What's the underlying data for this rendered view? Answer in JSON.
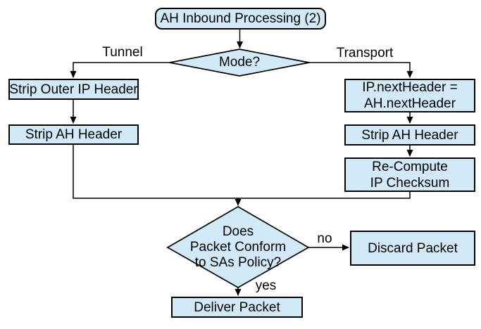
{
  "diagram": {
    "colors": {
      "node_fill": "#d2e9f7",
      "node_border": "#000000",
      "line": "#000000"
    },
    "nodes": {
      "start": {
        "type": "terminator",
        "label": "AH Inbound Processing (2)"
      },
      "mode": {
        "type": "decision",
        "label": "Mode?"
      },
      "strip_outer_ip": {
        "type": "process",
        "label": "Strip Outer IP Header"
      },
      "strip_ah_left": {
        "type": "process",
        "label": "Strip AH Header"
      },
      "ip_next_header": {
        "type": "process",
        "line1": "IP.nextHeader =",
        "line2": "AH.nextHeader"
      },
      "strip_ah_right": {
        "type": "process",
        "label": "Strip AH Header"
      },
      "recompute_checksum": {
        "type": "process",
        "line1": "Re-Compute",
        "line2": "IP Checksum"
      },
      "conform": {
        "type": "decision",
        "line1": "Does",
        "line2": "Packet Conform",
        "line3": "to SAs Policy?"
      },
      "discard": {
        "type": "process",
        "label": "Discard Packet"
      },
      "deliver": {
        "type": "process",
        "label": "Deliver Packet"
      }
    },
    "edge_labels": {
      "tunnel": "Tunnel",
      "transport": "Transport",
      "no": "no",
      "yes": "yes"
    }
  }
}
